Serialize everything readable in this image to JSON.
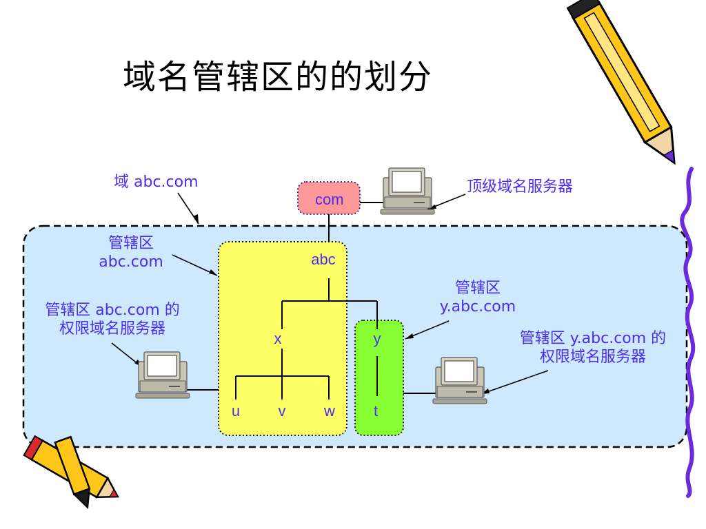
{
  "title": "域名管辖区的的划分",
  "labels": {
    "domain": "域 abc.com",
    "top_server": "顶级域名服务器",
    "zone_abc_line1": "管辖区",
    "zone_abc_line2": "abc.com",
    "zone_abc_server_line1": "管辖区 abc.com 的",
    "zone_abc_server_line2": "权限域名服务器",
    "zone_y_line1": "管辖区",
    "zone_y_line2": "y.abc.com",
    "zone_y_server_line1": "管辖区 y.abc.com 的",
    "zone_y_server_line2": "权限域名服务器"
  },
  "nodes": {
    "com": "com",
    "abc": "abc",
    "x": "x",
    "y": "y",
    "u": "u",
    "v": "v",
    "w": "w",
    "t": "t"
  },
  "colors": {
    "domain_fill": "#cde9fb",
    "zone_abc_fill": "#ffff66",
    "zone_y_fill": "#88ff33",
    "com_fill": "#ff9999",
    "label_text": "#4b2cf0",
    "border_dash": "#000000"
  }
}
